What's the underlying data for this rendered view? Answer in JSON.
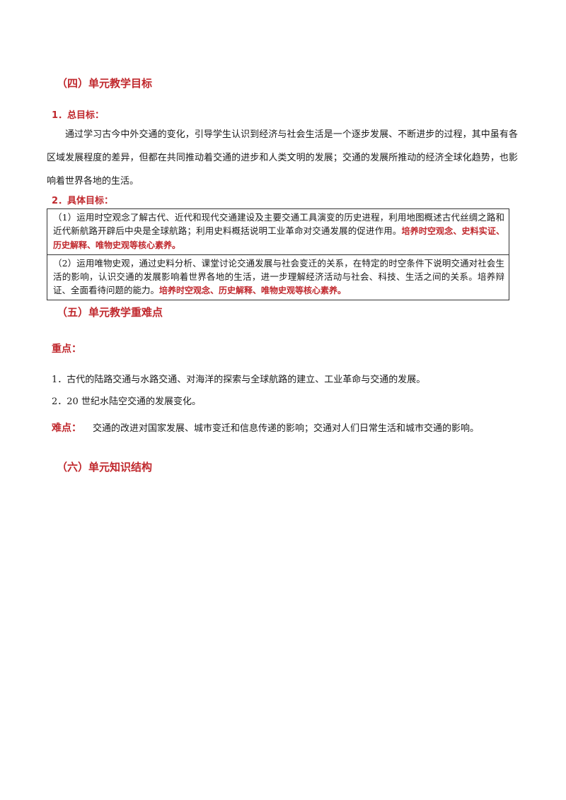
{
  "section4": {
    "title": "（四）单元教学目标",
    "overall": {
      "heading": "1．总目标：",
      "text": "通过学习古今中外交通的变化，引导学生认识到经济与社会生活是一个逐步发展、不断进步的过程，其中虽有各区域发展程度的差异，但都在共同推动着交通的进步和人类文明的发展；交通的发展所推动的经济全球化趋势，也影响着世界各地的生活。"
    },
    "specific": {
      "heading": "2．具体目标：",
      "goals": [
        {
          "text": "（1）运用时空观念了解古代、近代和现代交通建设及主要交通工具演变的历史进程，利用地图概述古代丝绸之路和近代新航路开辟后中央是全球航路；利用史料概括说明工业革命对交通发展的促进作用。",
          "highlight": "培养时空观念、史料实证、历史解释、唯物史观等核心素养。"
        },
        {
          "text": "（2）运用唯物史观，通过史料分析、课堂讨论交通发展与社会变迁的关系，在特定的时空条件下说明交通对社会生活的影响，认识交通的发展影响着世界各地的生活，进一步理解经济活动与社会、科技、生活之间的关系。培养辩证、全面看待问题的能力。",
          "highlight": "培养时空观念、历史解释、唯物史观等核心素养。"
        }
      ]
    }
  },
  "section5": {
    "title": "（五）单元教学重难点",
    "key_label": "重点：",
    "key_points": [
      "1．古代的陆路交通与水路交通、对海洋的探索与全球航路的建立、工业革命与交通的发展。",
      "2．20 世纪水陆空交通的发展变化。"
    ],
    "difficulty_label": "难点：",
    "difficulty_text": "交通的改进对国家发展、城市变迁和信息传递的影响；交通对人们日常生活和城市交通的影响。"
  },
  "section6": {
    "title": "（六）单元知识结构"
  },
  "colors": {
    "accent": "#c0282d",
    "text": "#1a1a1a",
    "border": "#333333"
  }
}
